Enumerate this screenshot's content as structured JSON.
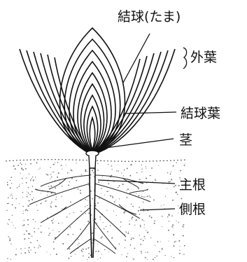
{
  "labels": {
    "head": "結球(たま)",
    "outer_leaves": "外葉",
    "head_leaves": "結球葉",
    "stem": "茎",
    "taproot": "主根",
    "lateral_roots": "側根"
  },
  "colors": {
    "ink": "#111111",
    "soil_dots": "#6b6b6b",
    "background": "#ffffff"
  }
}
